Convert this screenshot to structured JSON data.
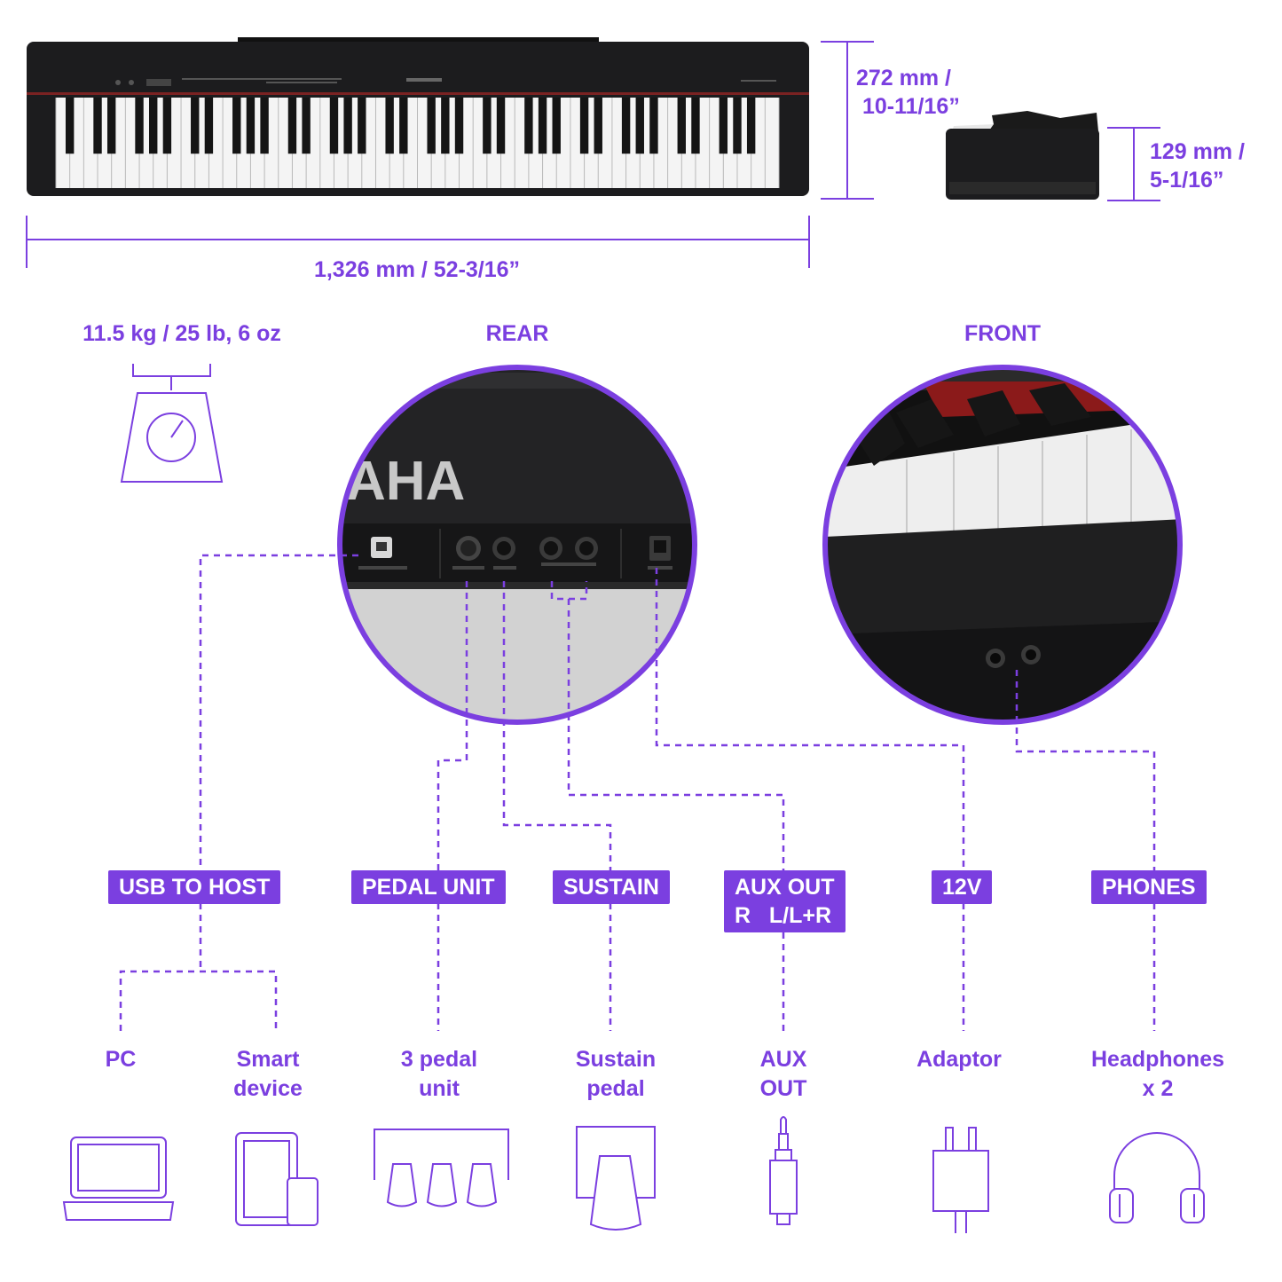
{
  "dimensions": {
    "height_rear": [
      "272 mm /",
      "10-11/16”"
    ],
    "height_front": [
      "129 mm /",
      "5-1/16”"
    ],
    "width": "1,326 mm / 52-3/16”",
    "weight": "11.5 kg / 25 lb, 6 oz"
  },
  "views": {
    "rear": "REAR",
    "front": "FRONT"
  },
  "panel": {
    "brand_text": "AHA"
  },
  "connectors": [
    {
      "badge": [
        "USB TO HOST"
      ]
    },
    {
      "badge": [
        "PEDAL UNIT"
      ]
    },
    {
      "badge": [
        "SUSTAIN"
      ]
    },
    {
      "badge": [
        "AUX OUT",
        "R   L/L+R"
      ]
    },
    {
      "badge": [
        "12V"
      ]
    },
    {
      "badge": [
        "PHONES"
      ]
    }
  ],
  "devices": [
    {
      "label": [
        "PC"
      ],
      "icon": "laptop-icon"
    },
    {
      "label": [
        "Smart",
        "device"
      ],
      "icon": "tablet-phone-icon"
    },
    {
      "label": [
        "3 pedal",
        "unit"
      ],
      "icon": "three-pedal-icon"
    },
    {
      "label": [
        "Sustain",
        "pedal"
      ],
      "icon": "sustain-pedal-icon"
    },
    {
      "label": [
        "AUX",
        "OUT"
      ],
      "icon": "audio-jack-icon"
    },
    {
      "label": [
        "Adaptor"
      ],
      "icon": "power-plug-icon"
    },
    {
      "label": [
        "Headphones",
        "x 2"
      ],
      "icon": "headphones-icon"
    }
  ],
  "colors": {
    "accent": "#7b3fe0",
    "piano": "#1c1c1e",
    "key_white": "#f4f4f4"
  }
}
